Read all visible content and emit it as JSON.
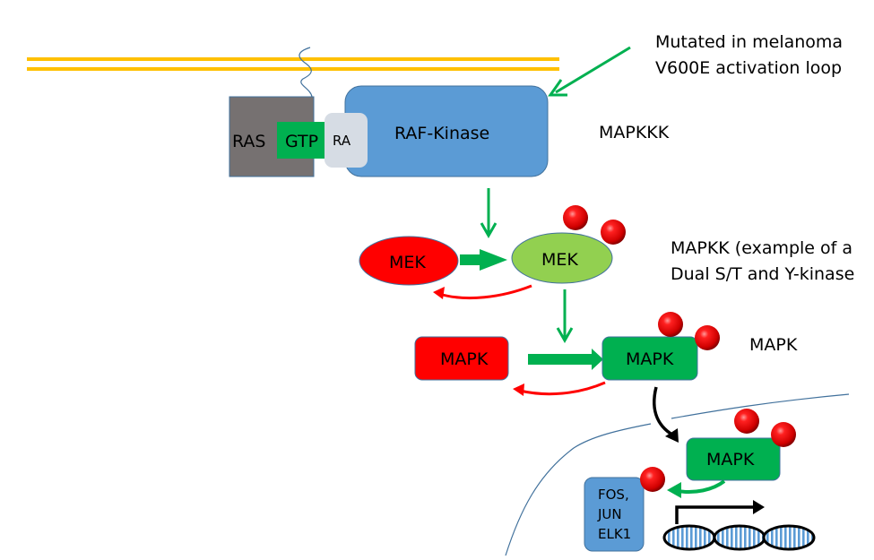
{
  "title": "RAS-RAF-MEK-MAPK signaling cascade",
  "colors": {
    "membrane": "#ffc000",
    "ras": "#767171",
    "gtp": "#00b050",
    "ra": "#d6dce4",
    "raf": "#5b9bd5",
    "inactive": "#ff0000",
    "mek_active": "#92d050",
    "mapk_active": "#00b050",
    "activation_arrow": "#00b050",
    "dephospho_arrow": "#ff0000",
    "phosphate": "#e00000",
    "nucleus_line": "#41719c",
    "tf_box": "#5b9bd5",
    "dna_stripe": "#5b9bd5"
  },
  "nodes": {
    "ras": "RAS",
    "gtp": "GTP",
    "ra": "RA",
    "raf": "RAF-Kinase",
    "mek_inactive": "MEK",
    "mek_active": "MEK",
    "mapk_inactive": "MAPK",
    "mapk_active": "MAPK",
    "mapk_nuclear": "MAPK",
    "transcription_factors": [
      "FOS,",
      "JUN",
      "ELK1"
    ]
  },
  "annotations": {
    "mutation_line1": "Mutated in melanoma",
    "mutation_line2": "V600E activation loop",
    "mapkkk": "MAPKKK",
    "mapkk_line1": "MAPKK (example of a",
    "mapkk_line2": "Dual S/T and Y-kinase",
    "mapk": "MAPK"
  },
  "edges": [
    {
      "from": "mutation_note",
      "to": "raf",
      "type": "pointer"
    },
    {
      "from": "raf",
      "to": "mek_activation",
      "type": "activation"
    },
    {
      "from": "mek_inactive",
      "to": "mek_active",
      "type": "conversion"
    },
    {
      "from": "mek_active",
      "to": "mek_inactive",
      "type": "dephosphorylation"
    },
    {
      "from": "mek_active",
      "to": "mapk_activation",
      "type": "activation"
    },
    {
      "from": "mapk_inactive",
      "to": "mapk_active",
      "type": "conversion"
    },
    {
      "from": "mapk_active",
      "to": "mapk_inactive",
      "type": "dephosphorylation"
    },
    {
      "from": "mapk_active",
      "to": "mapk_nuclear",
      "type": "translocation"
    },
    {
      "from": "mapk_nuclear",
      "to": "transcription_factors",
      "type": "phosphorylation"
    },
    {
      "from": "promoter",
      "to": "transcription",
      "type": "transcription-start"
    }
  ]
}
